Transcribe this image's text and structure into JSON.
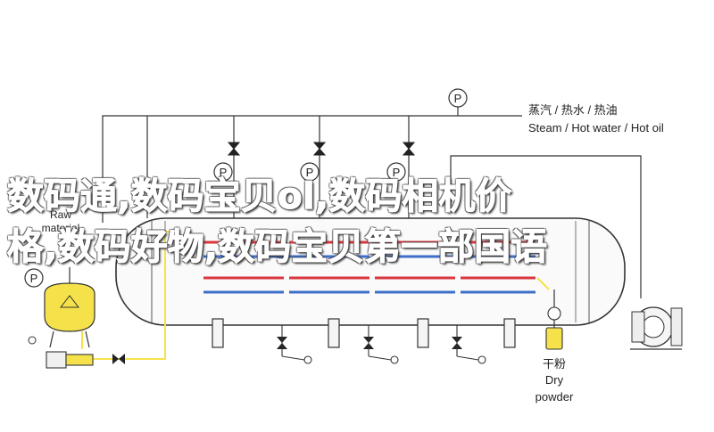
{
  "labels": {
    "steam_cn": "蒸汽 / 热水 / 热油",
    "steam_en": "Steam / Hot water / Hot oil",
    "raw_en": "Raw",
    "raw_en2": "material",
    "powder_cn": "干粉",
    "powder_en": "Dry",
    "powder_en2": "powder",
    "gauge_letter": "P"
  },
  "overlay": {
    "line1": "数码通,数码宝贝ol,数码相机价",
    "line2": "格,数码好物,数码宝贝第一部国语"
  },
  "colors": {
    "accent_yellow": "#f5e24a",
    "stroke": "#333333",
    "red_tube": "#d9363e",
    "blue_tube": "#3e6fc9"
  }
}
